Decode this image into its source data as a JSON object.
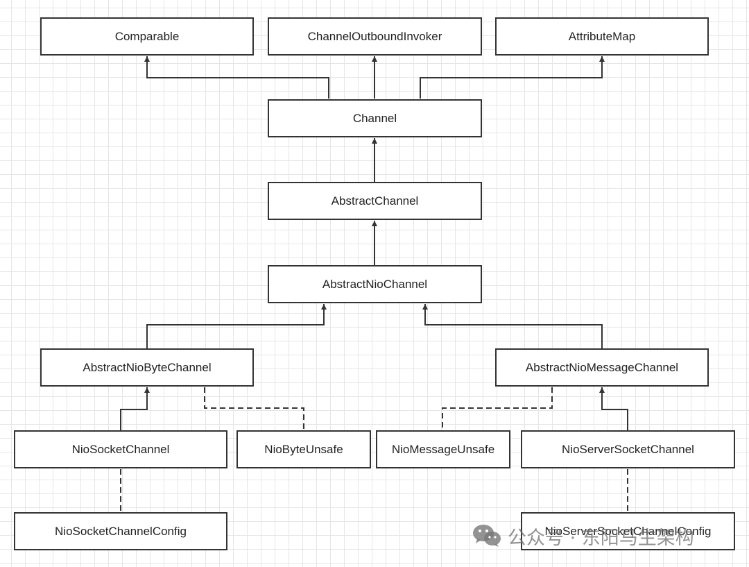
{
  "diagram": {
    "nodes": {
      "comparable": "Comparable",
      "channel_outbound_invoker": "ChannelOutboundInvoker",
      "attribute_map": "AttributeMap",
      "channel": "Channel",
      "abstract_channel": "AbstractChannel",
      "abstract_nio_channel": "AbstractNioChannel",
      "abstract_nio_byte_channel": "AbstractNioByteChannel",
      "abstract_nio_message_channel": "AbstractNioMessageChannel",
      "nio_socket_channel": "NioSocketChannel",
      "nio_byte_unsafe": "NioByteUnsafe",
      "nio_message_unsafe": "NioMessageUnsafe",
      "nio_server_socket_channel": "NioServerSocketChannel",
      "nio_socket_channel_config": "NioSocketChannelConfig",
      "nio_server_socket_channel_config": "NioServerSocketChannelConfig"
    },
    "edges": [
      {
        "from": "channel",
        "to": "comparable",
        "type": "inheritance"
      },
      {
        "from": "channel",
        "to": "channel_outbound_invoker",
        "type": "inheritance"
      },
      {
        "from": "channel",
        "to": "attribute_map",
        "type": "inheritance"
      },
      {
        "from": "abstract_channel",
        "to": "channel",
        "type": "inheritance"
      },
      {
        "from": "abstract_nio_channel",
        "to": "abstract_channel",
        "type": "inheritance"
      },
      {
        "from": "abstract_nio_byte_channel",
        "to": "abstract_nio_channel",
        "type": "inheritance"
      },
      {
        "from": "abstract_nio_message_channel",
        "to": "abstract_nio_channel",
        "type": "inheritance"
      },
      {
        "from": "nio_socket_channel",
        "to": "abstract_nio_byte_channel",
        "type": "inheritance"
      },
      {
        "from": "nio_server_socket_channel",
        "to": "abstract_nio_message_channel",
        "type": "inheritance"
      },
      {
        "from": "abstract_nio_byte_channel",
        "to": "nio_byte_unsafe",
        "type": "dashed"
      },
      {
        "from": "abstract_nio_message_channel",
        "to": "nio_message_unsafe",
        "type": "dashed"
      },
      {
        "from": "nio_socket_channel",
        "to": "nio_socket_channel_config",
        "type": "dashed"
      },
      {
        "from": "nio_server_socket_channel",
        "to": "nio_server_socket_channel_config",
        "type": "dashed"
      }
    ]
  },
  "watermark": {
    "icon": "wechat-icon",
    "text": "公众号 · 东阳马生架构"
  },
  "colors": {
    "line": "#333333",
    "watermark": "#8a8a8a"
  }
}
